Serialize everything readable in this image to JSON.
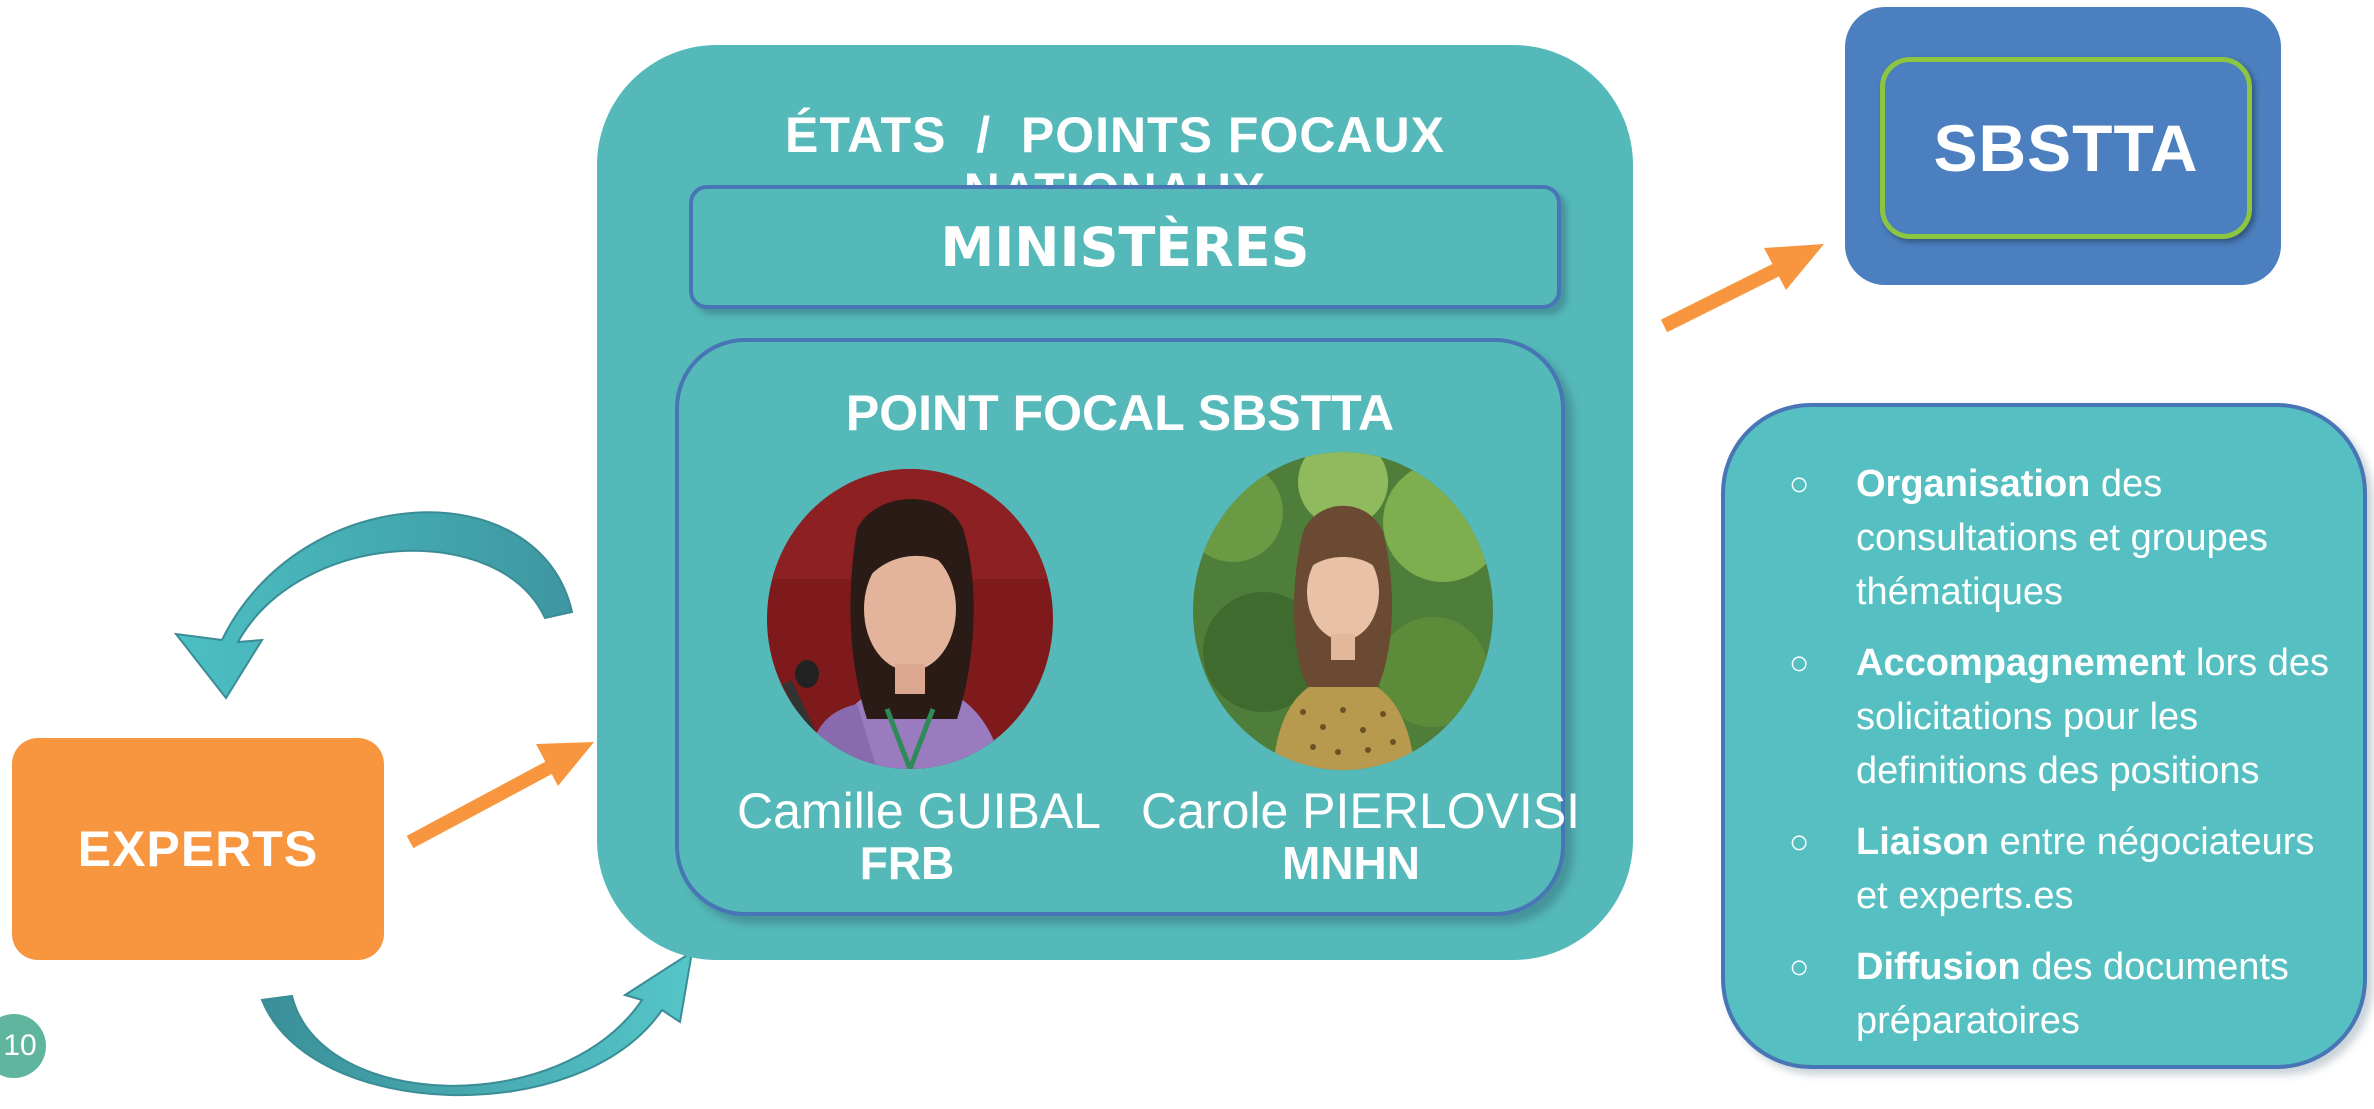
{
  "experts": {
    "label": "EXPERTS"
  },
  "states": {
    "title_line1": "ÉTATS  /  POINTS FOCAUX",
    "title_line2": "NATIONAUX",
    "ministeres": "MINISTÈRES",
    "focal": {
      "title": "POINT FOCAL SBSTTA",
      "people": [
        {
          "name": "Camille GUIBAL",
          "org": "FRB"
        },
        {
          "name": "Carole PIERLOVISI",
          "org": "MNHN"
        }
      ]
    }
  },
  "sbstta": {
    "label": "SBSTTA"
  },
  "tasks": {
    "bullet": "○",
    "items": [
      {
        "bold": "Organisation",
        "rest": " des consultations et groupes thématiques"
      },
      {
        "bold": "Accompagnement",
        "rest": " lors des solicitations pour les definitions des positions"
      },
      {
        "bold": "Liaison",
        "rest": " entre négociateurs et experts.es"
      },
      {
        "bold": "Diffusion",
        "rest": " des documents préparatoires"
      }
    ]
  },
  "page_number": "10",
  "colors": {
    "teal": "#55b9b9",
    "orange": "#f7963e",
    "blue": "#4b7fbf",
    "green_border": "#8cc540",
    "arrow_teal": "#4fb6bf"
  }
}
